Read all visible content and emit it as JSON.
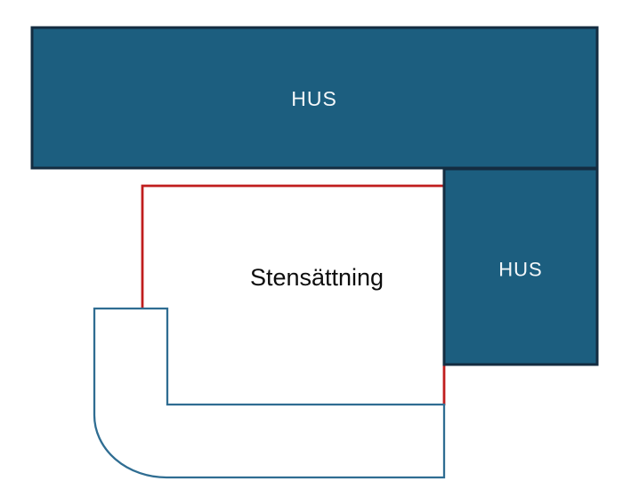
{
  "diagram": {
    "background": "#ffffff",
    "labels": {
      "building_top": "HUS",
      "building_right": "HUS",
      "stone_setting": "Stensättning"
    },
    "colors": {
      "building_fill": "#1c5e7f",
      "building_border": "#142c40",
      "building_label_text": "#f5f8fa",
      "stone_setting_outline": "#c01e1e",
      "paving_band_outline": "#2f6d92",
      "stone_setting_text": "#0d0d0d"
    }
  }
}
